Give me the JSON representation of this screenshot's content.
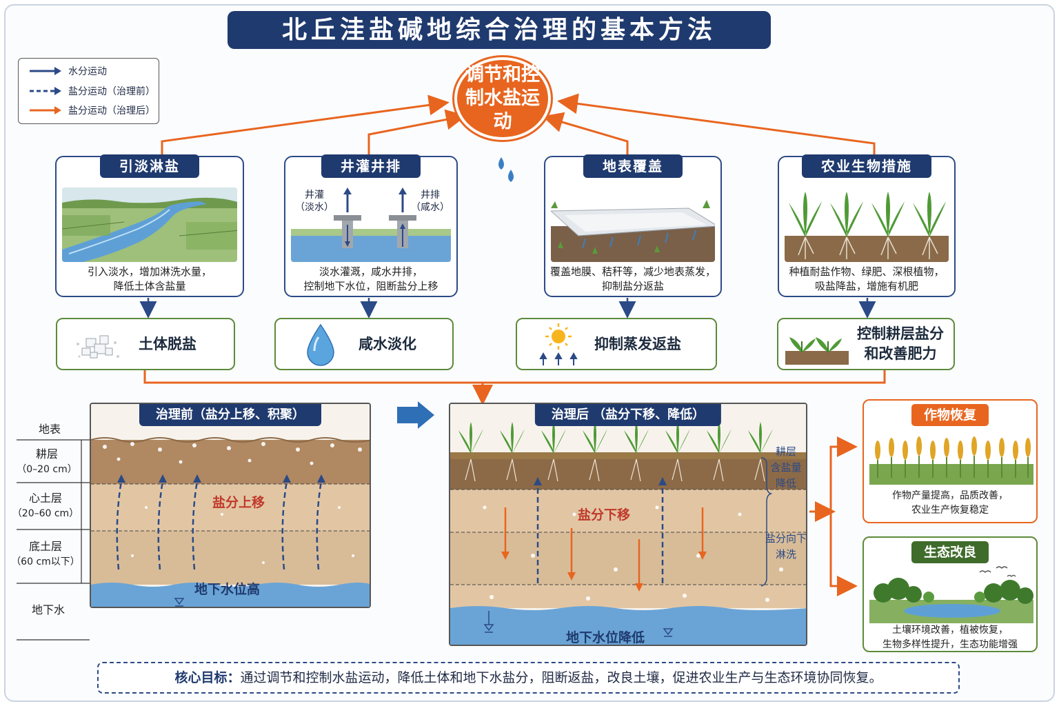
{
  "title": "北丘洼盐碱地综合治理的基本方法",
  "legend": {
    "water": "水分运动",
    "salt_before": "盐分运动（治理前）",
    "salt_after": "盐分运动（治理后）"
  },
  "center": "调节和控制水盐运动",
  "methods": [
    {
      "title": "引淡淋盐",
      "desc1": "引入淡水，增加淋洗水量，",
      "desc2": "降低土体含盐量"
    },
    {
      "title": "井灌井排",
      "desc1": "淡水灌溉，咸水井排，",
      "desc2": "控制地下水位，阻断盐分上移",
      "well_left": "井灌",
      "well_left_sub": "（淡水）",
      "well_right": "井排",
      "well_right_sub": "（咸水）"
    },
    {
      "title": "地表覆盖",
      "desc1": "覆盖地膜、秸秆等，减少地表蒸发，",
      "desc2": "抑制盐分返盐"
    },
    {
      "title": "农业生物措施",
      "desc1": "种植耐盐作物、绿肥、深根植物，",
      "desc2": "吸盐降盐，增施有机肥"
    }
  ],
  "results": [
    {
      "label": "土体脱盐"
    },
    {
      "label": "咸水淡化"
    },
    {
      "label": "抑制蒸发返盐"
    },
    {
      "label1": "控制耕层盐分",
      "label2": "和改善肥力"
    }
  ],
  "layers": {
    "surface": "地表",
    "plow": "耕层",
    "plow_range": "（0–20 cm）",
    "sub": "心土层",
    "sub_range": "（20–60 cm）",
    "bottom": "底土层",
    "bottom_range": "（60 cm以下）",
    "groundwater": "地下水"
  },
  "before": {
    "title": "治理前（盐分上移、积聚）",
    "salt_label": "盐分上移",
    "water_label": "地下水位高"
  },
  "after": {
    "title": "治理后 （盐分下移、降低）",
    "salt_label": "盐分下移",
    "water_label": "地下水位降低",
    "note_top1": "耕层",
    "note_top2": "含盐量",
    "note_top3": "降低",
    "note_mid1": "盐分向下",
    "note_mid2": "淋洗"
  },
  "outcomes": [
    {
      "title": "作物恢复",
      "desc1": "作物产量提高，品质改善，",
      "desc2": "农业生产恢复稳定"
    },
    {
      "title": "生态改良",
      "desc1": "土壤环境改善，植被恢复，",
      "desc2": "生物多样性提升，生态功能增强"
    }
  ],
  "goal": {
    "key": "核心目标：",
    "text": "通过调节和控制水盐运动，降低土体和地下水盐分，阻断返盐，改良土壤，促进农业生产与生态环境协同恢复。"
  },
  "colors": {
    "navy": "#1f3a6e",
    "orange": "#e8651f",
    "green": "#5c8a3a",
    "water_blue": "#2f6fb5"
  }
}
